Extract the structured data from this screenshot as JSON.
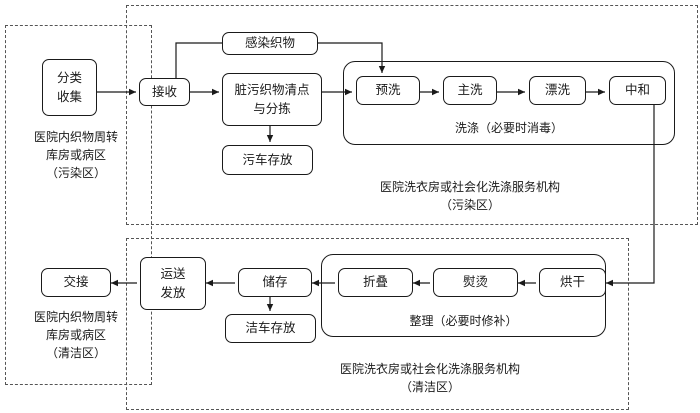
{
  "regions": {
    "hospital_dirty_label": "医院内织物周转\n库房或病区\n（污染区）",
    "hospital_clean_label": "医院内织物周转\n库房或病区\n（清洁区）",
    "laundry_dirty_label": "医院洗衣房或社会化洗涤服务机构\n（污染区）",
    "laundry_clean_label": "医院洗衣房或社会化洗涤服务机构\n（清洁区）"
  },
  "nodes": {
    "classify_collect": "分类\n收集",
    "receive": "接收",
    "infected_textiles": "感染织物",
    "sort": "脏污织物清点\n与分拣",
    "dirty_cart": "污车存放",
    "prewash": "预洗",
    "main_wash": "主洗",
    "rinse": "漂洗",
    "neutralize": "中和",
    "wash_group": "洗涤（必要时消毒）",
    "dry": "烘干",
    "iron": "熨烫",
    "fold": "折叠",
    "finish_group": "整理（必要时修补）",
    "store": "储存",
    "clean_cart": "洁车存放",
    "transport": "运送\n发放",
    "handover": "交接"
  }
}
